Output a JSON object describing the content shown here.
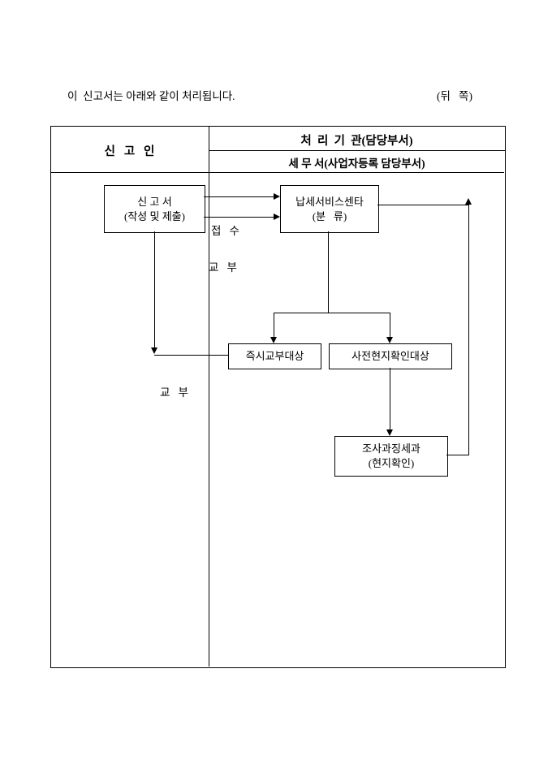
{
  "page": {
    "intro_text": "이  신고서는 아래와 같이 처리됩니다.",
    "back_label": "(뒤   쪽)"
  },
  "table": {
    "declarant_header": "신   고   인",
    "agency_header": "처  리  기  관(담당부서)",
    "office_header": "세 무 서(사업자등록 담당부서)"
  },
  "flow": {
    "report_box_line1": "신 고 서",
    "report_box_line2": "(작성 및 제출)",
    "receipt_label": "접   수",
    "issue_label": "교   부",
    "service_center_line1": "납세서비스센타",
    "service_center_line2": "(분   류)",
    "immediate_label": "즉시교부대상",
    "onsite_label": "사전현지확인대상",
    "investigation_line1": "조사과징세과",
    "investigation_line2": "(현지확인)",
    "issue_label_left": "교   부"
  }
}
